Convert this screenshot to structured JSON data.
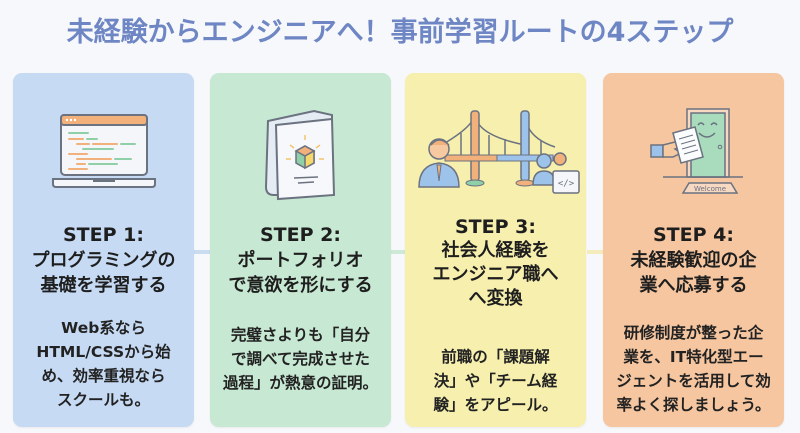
{
  "title": "未経験からエンジニアへ！事前学習ルートの4ステップ",
  "colors": {
    "title": "#6e86c4",
    "step1_bg": "#c6daf4",
    "step2_bg": "#c7e8d2",
    "step3_bg": "#f7efae",
    "step4_bg": "#f5c6a0"
  },
  "steps": [
    {
      "label": "STEP 1:",
      "heading_lines": [
        "プログラミングの",
        "基礎を学習する"
      ],
      "desc_lines": [
        "Web系なら",
        "HTML/CSSから始",
        "め、効率重視なら",
        "スクールも。"
      ],
      "icon": "laptop-code-icon"
    },
    {
      "label": "STEP 2:",
      "heading_lines": [
        "ポートフォリオ",
        "で意欲を形にする"
      ],
      "desc_lines": [
        "完璧さよりも「自分",
        "で調べて完成させた",
        "過程」が熱意の証明。"
      ],
      "icon": "portfolio-book-icon"
    },
    {
      "label": "STEP 3:",
      "heading_lines": [
        "社会人経験を",
        "エンジニア職へ",
        "へ変換"
      ],
      "desc_lines": [
        "前職の「課題解",
        "決」や「チーム経",
        "験」をアピール。"
      ],
      "icon": "bridge-career-icon"
    },
    {
      "label": "STEP 4:",
      "heading_lines": [
        "未経験歓迎の企",
        "業へ応募する"
      ],
      "desc_lines": [
        "研修制度が整った企",
        "業を、IT特化型エー",
        "ジェントを活用して効",
        "率よく探しましょう。"
      ],
      "icon": "welcome-door-icon",
      "mat_text": "Welcome"
    }
  ]
}
